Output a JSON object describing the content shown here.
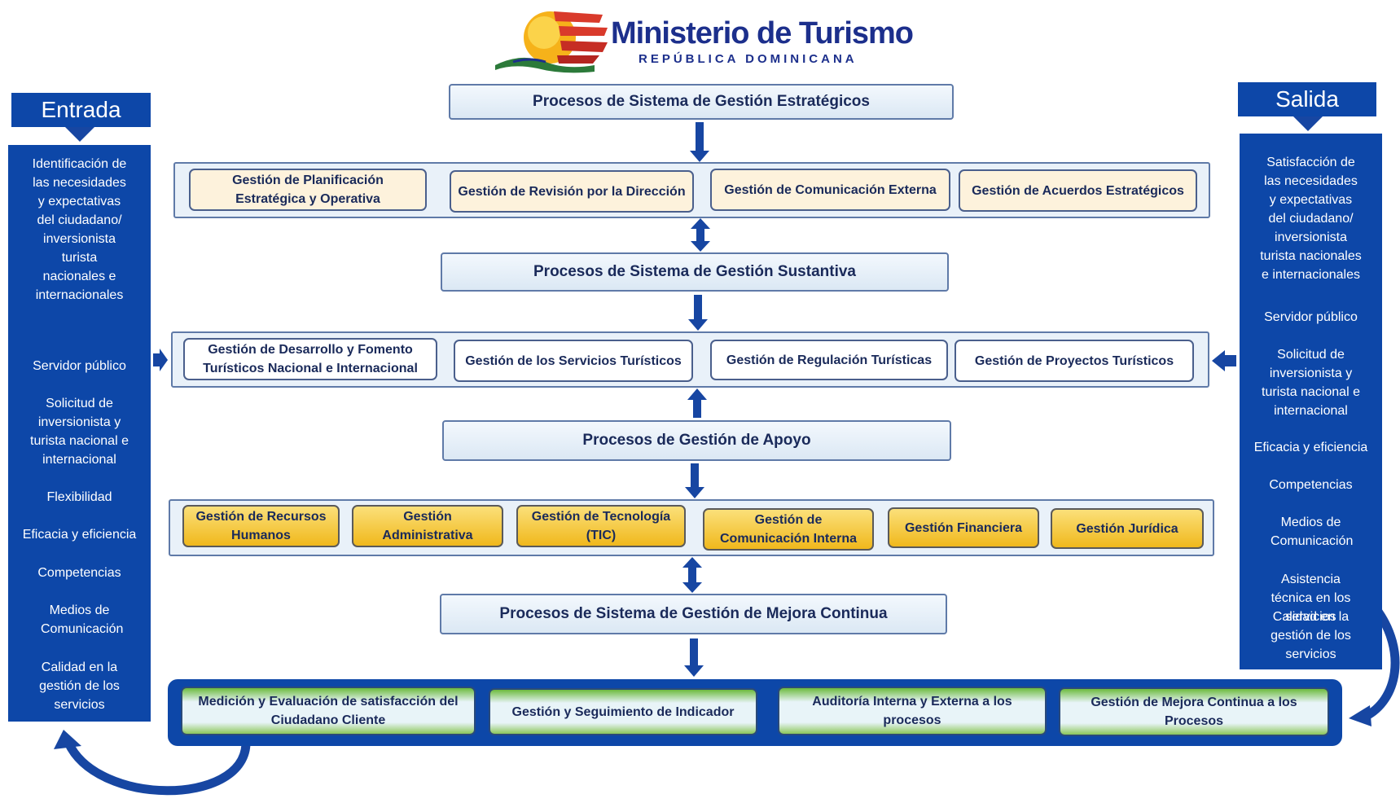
{
  "logo": {
    "title": "Ministerio de Turismo",
    "subtitle": "REPÚBLICA DOMINICANA"
  },
  "colors": {
    "brand_blue": "#0d47a8",
    "arrow_blue": "#1746a2",
    "cream": "#fdf2dc",
    "gold": "#f0b81c",
    "green": "#6dbb3e"
  },
  "entrada": {
    "title": "Entrada",
    "items": [
      "Identificación de las necesidades y expectativas del ciudadano/ inversionista turista nacionales e internacionales",
      "Servidor público",
      "Solicitud de inversionista y turista nacional e internacional",
      "Flexibilidad",
      "Eficacia y eficiencia",
      "Competencias",
      "Medios de Comunicación",
      "Calidad en la gestión de los servicios"
    ]
  },
  "salida": {
    "title": "Salida",
    "items": [
      "Satisfacción de las necesidades y expectativas del ciudadano/ inversionista turista nacionales e internacionales",
      "Servidor público",
      "Solicitud de inversionista y turista nacional e internacional",
      "Eficacia y eficiencia",
      "Competencias",
      "Medios de Comunicación",
      "Asistencia técnica en los servicios",
      "Calidad en la gestión de los servicios"
    ]
  },
  "estrategicos": {
    "title": "Procesos de Sistema de Gestión Estratégicos",
    "items": [
      "Gestión de Planificación Estratégica y Operativa",
      "Gestión de Revisión por la Dirección",
      "Gestión de Comunicación Externa",
      "Gestión de Acuerdos Estratégicos"
    ]
  },
  "sustantiva": {
    "title": "Procesos de Sistema de Gestión Sustantiva",
    "items": [
      "Gestión de  Desarrollo y Fomento Turísticos Nacional e Internacional",
      "Gestión de los Servicios Turísticos",
      "Gestión de Regulación Turísticas",
      "Gestión de Proyectos Turísticos"
    ]
  },
  "apoyo": {
    "title": "Procesos de Gestión de Apoyo",
    "items": [
      "Gestión de Recursos Humanos",
      "Gestión Administrativa",
      "Gestión de Tecnología (TIC)",
      "Gestión de Comunicación Interna",
      "Gestión Financiera",
      "Gestión Jurídica"
    ]
  },
  "mejora": {
    "title": "Procesos de Sistema de Gestión de Mejora Continua",
    "items": [
      "Medición y Evaluación de satisfacción del Ciudadano Cliente",
      "Gestión y Seguimiento de Indicador",
      "Auditoría Interna y Externa a los procesos",
      "Gestión de Mejora Continua a los Procesos"
    ]
  }
}
